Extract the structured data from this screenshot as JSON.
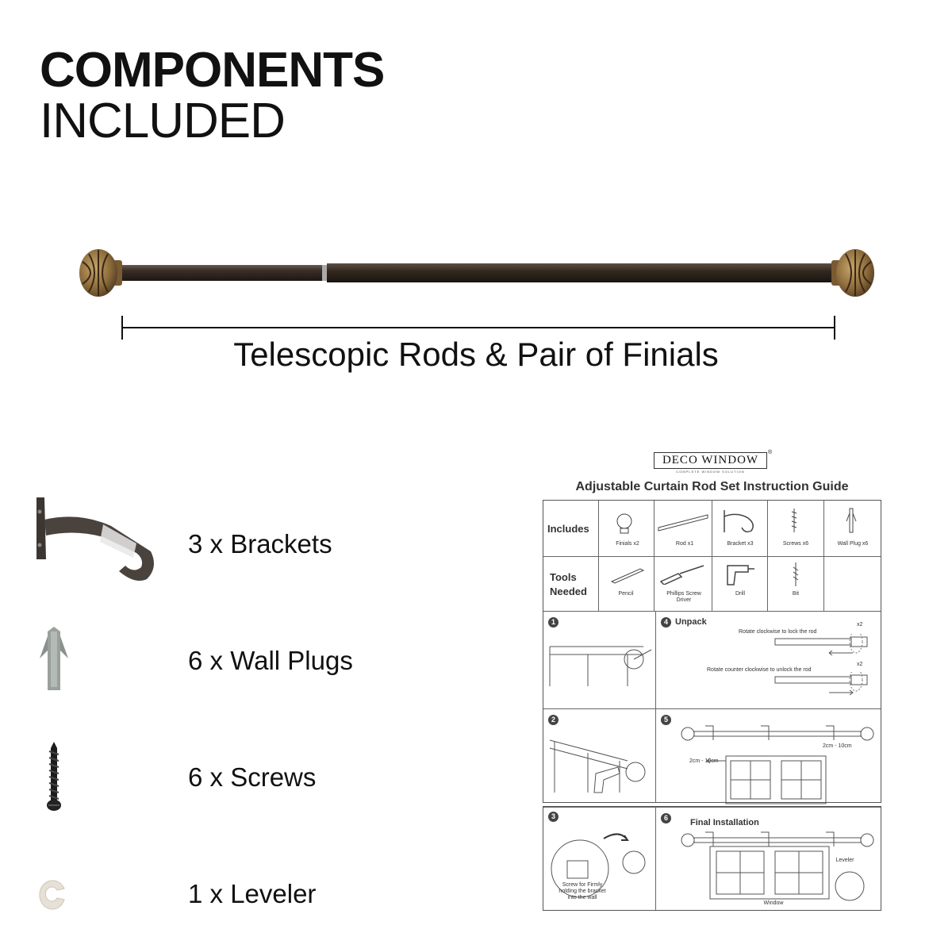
{
  "header": {
    "line1": "COMPONENTS",
    "line2": "INCLUDED"
  },
  "rod": {
    "caption": "Telescopic Rods & Pair of Finials"
  },
  "components": [
    {
      "label": "3 x Brackets",
      "icon": "bracket-icon"
    },
    {
      "label": "6 x Wall Plugs",
      "icon": "wall-plug-icon"
    },
    {
      "label": "6 x Screws",
      "icon": "screw-icon"
    },
    {
      "label": "1 x Leveler",
      "icon": "leveler-icon"
    }
  ],
  "guide": {
    "brand": "DECO WINDOW",
    "brand_sub": "COMPLETE WINDOW SOLUTION",
    "reg": "®",
    "title": "Adjustable Curtain Rod Set Instruction Guide",
    "includes_label": "Includes",
    "includes": [
      "Finials x2",
      "Rod x1",
      "Bracket x3",
      "Screws x6",
      "Wall Plug x6"
    ],
    "tools_label_1": "Tools",
    "tools_label_2": "Needed",
    "tools": [
      "Pencil",
      "Phillips Screw",
      "Driver",
      "Drill",
      "Bit"
    ],
    "steps": {
      "s1": "1",
      "s2": "2",
      "s3": "3",
      "s4": "4",
      "s5": "5",
      "s6": "6",
      "unpack": "Unpack",
      "lock": "Rotate clockwise to lock the rod",
      "unlock": "Rotate counter clockwise to unlock the rod",
      "x2a": "x2",
      "x2b": "x2",
      "gap_left": "2cm - 10cm",
      "gap_right": "2cm - 10cm",
      "final": "Final Installation",
      "leveler": "Leveler",
      "window": "Window",
      "screw_note_1": "Screw for Firmly",
      "screw_note_2": "holding the bracket",
      "screw_note_3": "into the wall"
    }
  }
}
